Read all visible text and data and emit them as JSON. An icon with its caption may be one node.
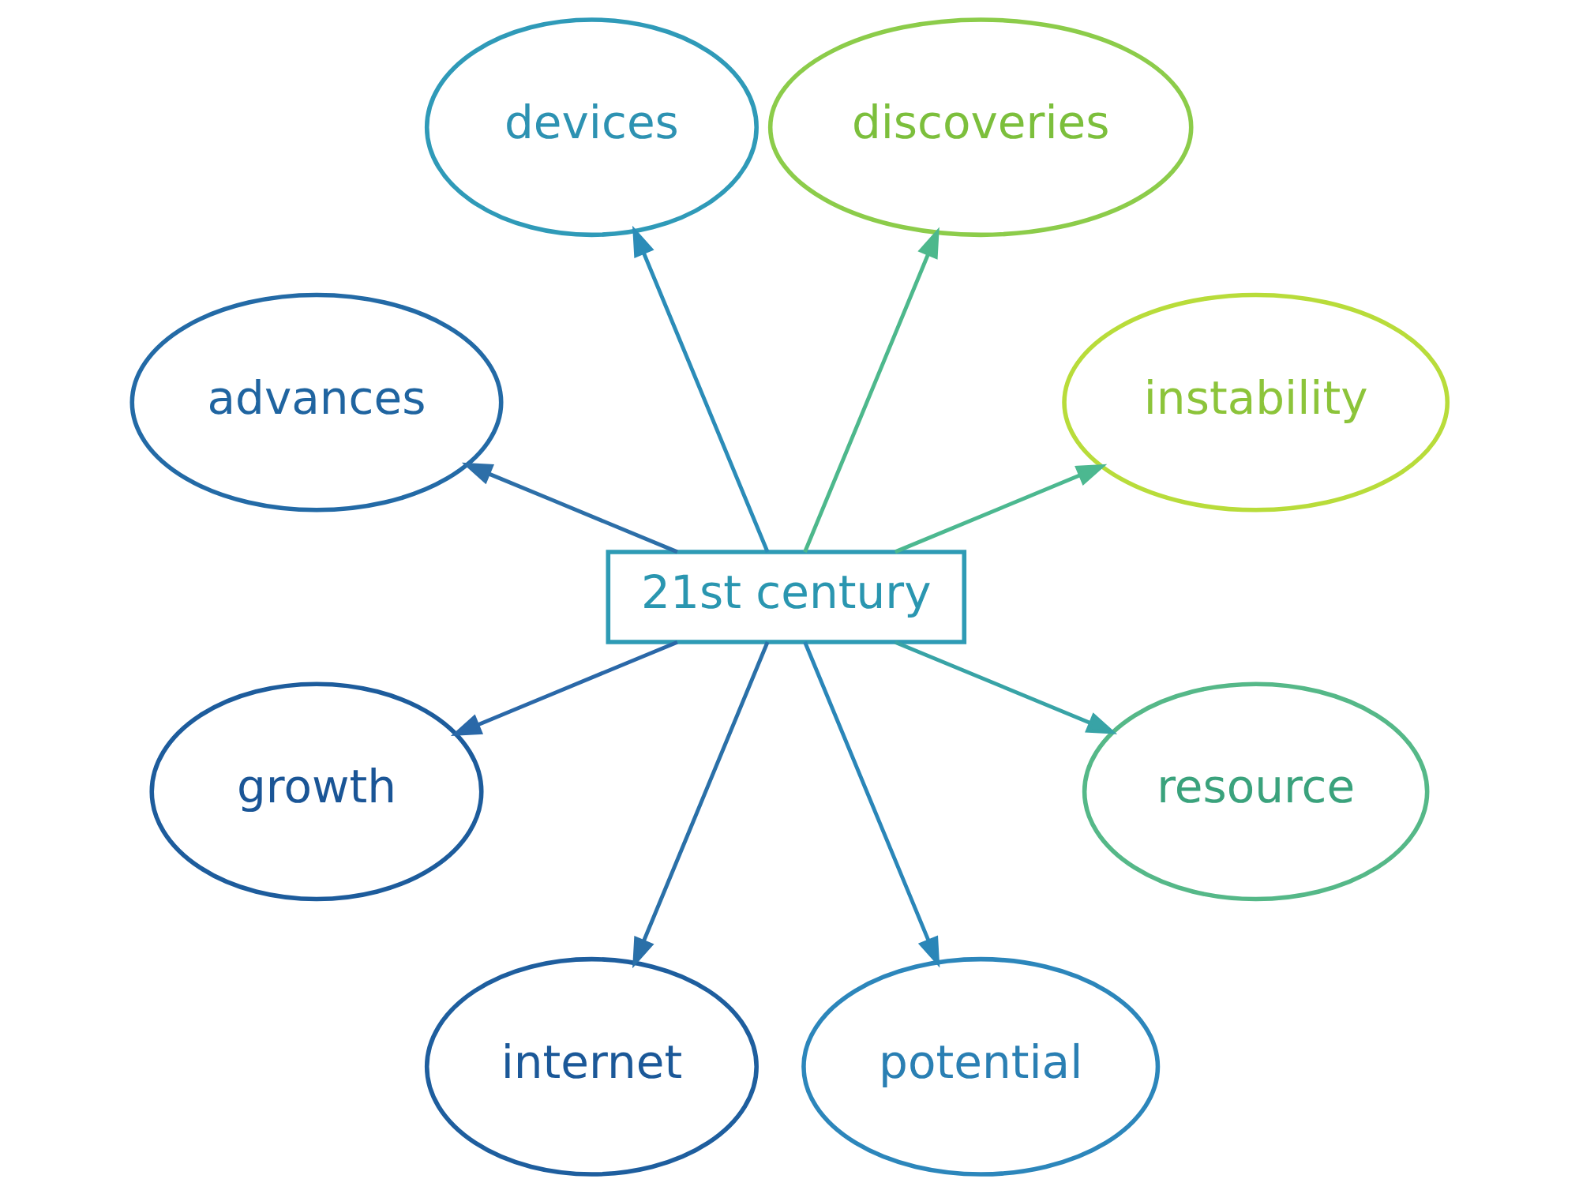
{
  "diagram": {
    "nodes": [
      {
        "text": [
          "21st century"
        ]
      },
      {
        "text": [
          "devices"
        ]
      },
      {
        "text": [
          "discoveries"
        ]
      },
      {
        "text": [
          "advances"
        ]
      },
      {
        "text": [
          "instability"
        ]
      },
      {
        "text": [
          "growth"
        ]
      },
      {
        "text": [
          "resource"
        ]
      },
      {
        "text": [
          "internet"
        ]
      },
      {
        "text": [
          "potential"
        ]
      }
    ],
    "edges": [
      {
        "from": 0,
        "to": 1,
        "arrow": "to",
        "color": "#2b8cb8"
      },
      {
        "from": 0,
        "to": 2,
        "arrow": "to",
        "color": "#4db88c"
      },
      {
        "from": 0,
        "to": 4,
        "arrow": "to",
        "color": "#4cb890"
      },
      {
        "from": 0,
        "to": 6,
        "arrow": "to",
        "color": "#38a3a6"
      },
      {
        "from": 0,
        "to": 8,
        "arrow": "to",
        "color": "#2a86b8"
      },
      {
        "from": 0,
        "to": 7,
        "arrow": "to",
        "color": "#2a70a8"
      },
      {
        "from": 0,
        "to": 5,
        "arrow": "to",
        "color": "#2a68a8"
      },
      {
        "from": 0,
        "to": 3,
        "arrow": "to",
        "color": "#2d6fa8"
      }
    ]
  }
}
